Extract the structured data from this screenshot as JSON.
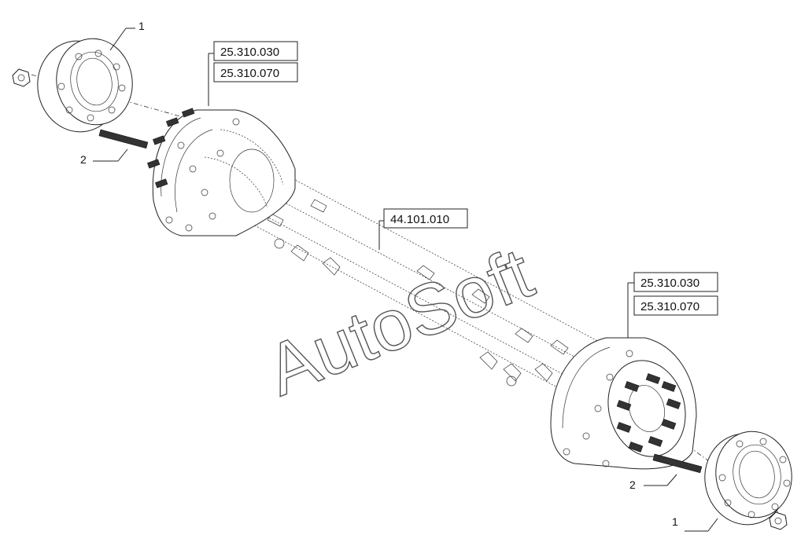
{
  "references": {
    "left_hub_top": "25.310.030",
    "left_hub_bottom": "25.310.070",
    "center_beam": "44.101.010",
    "right_hub_top": "25.310.030",
    "right_hub_bottom": "25.310.070"
  },
  "callouts": {
    "left_brake_drum": "1",
    "left_stud": "2",
    "right_stud": "2",
    "right_brake_drum": "1"
  },
  "watermark": "AutoSoft"
}
